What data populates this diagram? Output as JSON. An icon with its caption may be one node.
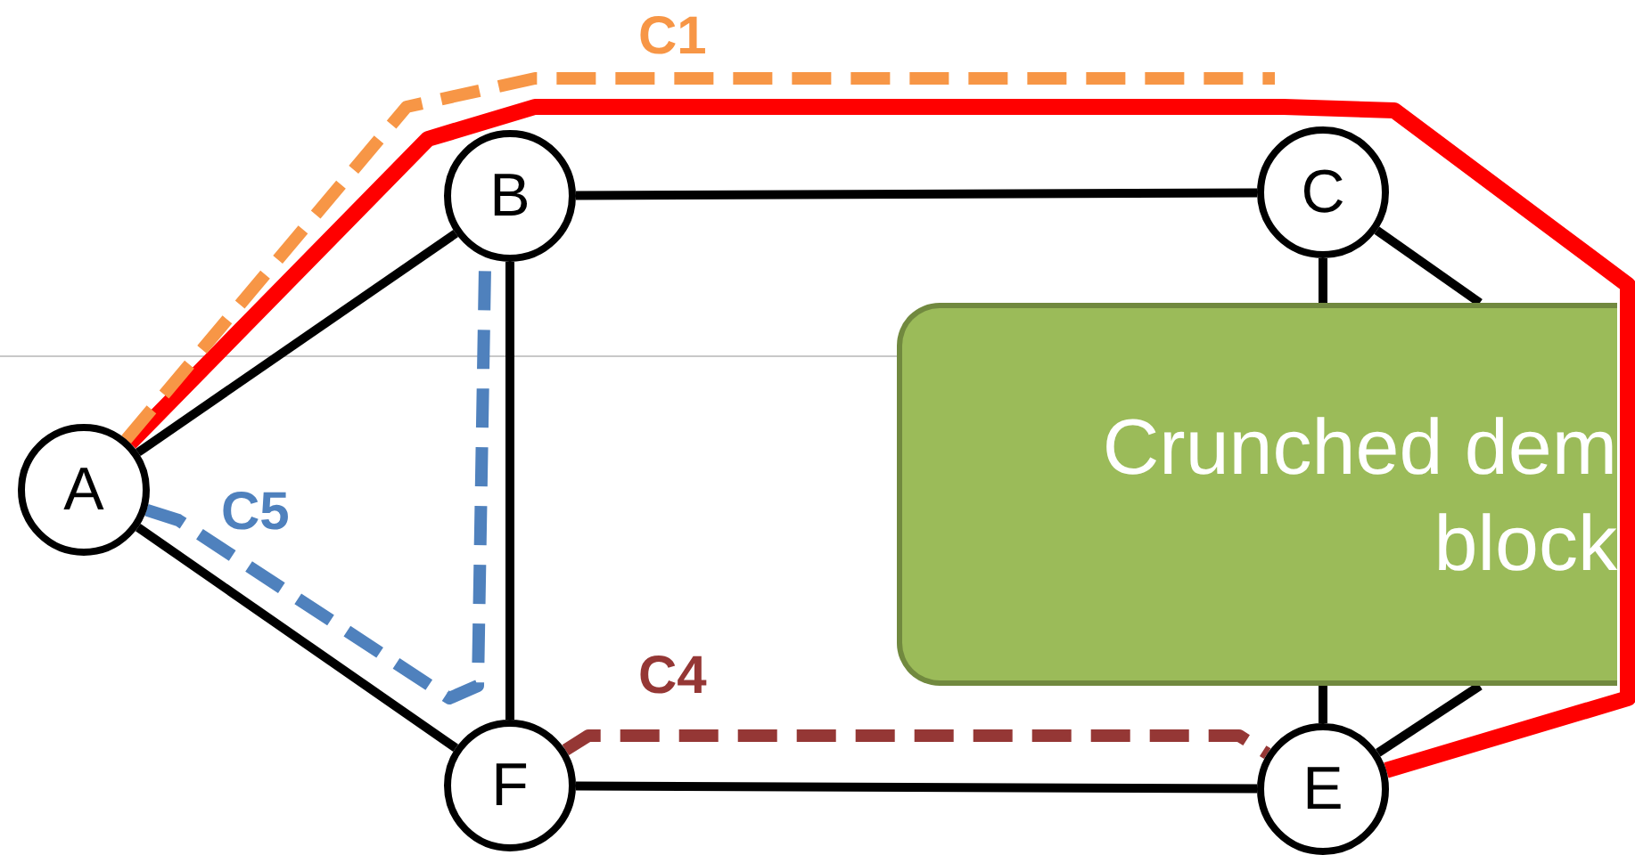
{
  "diagram": {
    "nodes": [
      {
        "text": [
          "A"
        ]
      },
      {
        "text": [
          "B"
        ]
      },
      {
        "text": [
          "C"
        ]
      },
      {
        "text": [
          "F"
        ]
      },
      {
        "text": [
          "E"
        ]
      },
      {
        "text": [
          "Crunched dem block"
        ]
      }
    ],
    "edges": [
      {
        "from": 0,
        "to": 1,
        "arrow": "none"
      },
      {
        "from": 1,
        "to": 2,
        "arrow": "none"
      },
      {
        "from": 0,
        "to": 3,
        "arrow": "none"
      },
      {
        "from": 1,
        "to": 3,
        "arrow": "none"
      },
      {
        "from": 3,
        "to": 4,
        "arrow": "none"
      },
      {
        "from": 2,
        "to": 5,
        "arrow": "none"
      },
      {
        "from": 4,
        "to": 5,
        "arrow": "none"
      },
      {
        "from": 2,
        "to": 5,
        "arrow": "none"
      },
      {
        "from": 4,
        "to": 5,
        "arrow": "none"
      },
      {
        "from": 0,
        "to": 4,
        "arrow": "none",
        "style": "thick",
        "color": "#ff0000"
      },
      {
        "from": 0,
        "to": null,
        "arrow": "none",
        "style": "dashed",
        "color": "#f79646",
        "label": "C1"
      },
      {
        "from": 0,
        "to": 1,
        "arrow": "none",
        "style": "dashed",
        "color": "#4f81bd",
        "label": "C5"
      },
      {
        "from": 3,
        "to": 4,
        "arrow": "none",
        "style": "dashed",
        "color": "#953735",
        "label": "C4"
      }
    ]
  }
}
